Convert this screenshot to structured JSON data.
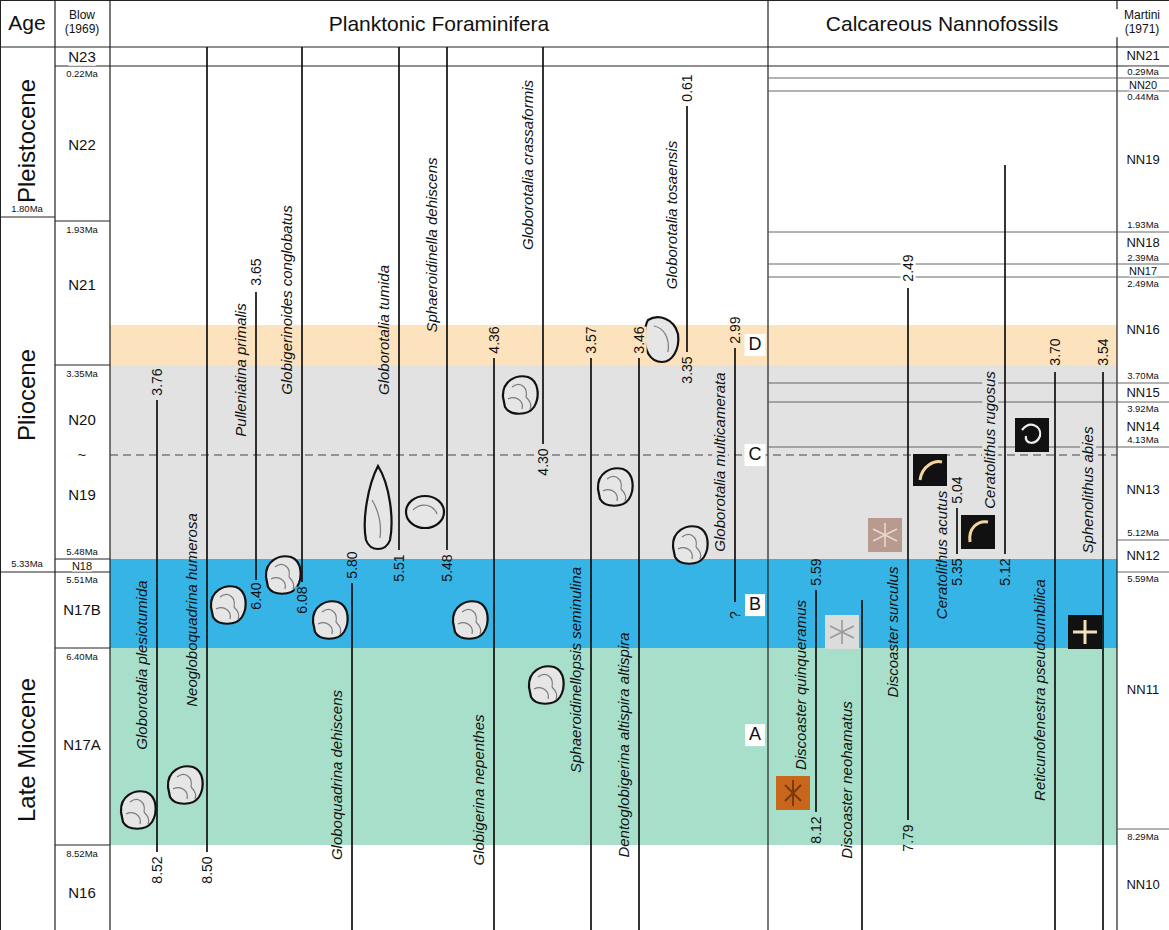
{
  "diagram": {
    "nodes": [
      {
        "text": [
          "D"
        ]
      },
      {
        "text": [
          "C"
        ]
      },
      {
        "text": [
          "B"
        ]
      },
      {
        "text": [
          "A"
        ]
      }
    ],
    "labels": [
      "Age",
      "Blow (1969)",
      "Planktonic Foraminifera",
      "Calcareous Nannofossils",
      "Martini (1971)",
      "Pleistocene",
      "1.80Ma",
      "Pliocene",
      "5.33Ma",
      "Late Miocene",
      "N23",
      "0.22Ma",
      "N22",
      "1.93Ma",
      "N21",
      "3.35Ma",
      "N20",
      "~",
      "N19",
      "5.48Ma",
      "N18",
      "5.51Ma",
      "N17B",
      "6.40Ma",
      "N17A",
      "8.52Ma",
      "N16",
      "Globorotalia plesiotumida",
      "3.76",
      "8.52",
      "Neogloboquadrina humerosa",
      "8.50",
      "Pulleniatina primalis",
      "3.65",
      "6.40",
      "Globigerinoides conglobatus",
      "6.08",
      "Globoquadrina dehiscens",
      "5.80",
      "Globorotalia tumida",
      "5.51",
      "Sphaeroidinella dehiscens",
      "5.48",
      "Globigerina nepenthes",
      "4.36",
      "Globorotalia crassaformis",
      "4.30",
      "Sphaeroidinellopsis seminulina",
      "3.57",
      "Dentoglobigerina altispira altispira",
      "3.46",
      "Globorotalia tosaensis",
      "0.61",
      "3.35",
      "Globorotalia multicamerata",
      "2.99",
      "?",
      "Discoaster quinqueramus",
      "5.59",
      "8.12",
      "Discoaster neohamatus",
      "Discoaster surculus",
      "2.49",
      "7.79",
      "Ceratolithus acutus",
      "5.04",
      "5.35",
      "Ceratolithus rugosus",
      "5.12",
      "Reticunofenestra pseudoumbilica",
      "3.70",
      "Sphenolithus abies",
      "3.54",
      "NN21",
      "0.29Ma",
      "NN20",
      "0.44Ma",
      "NN19",
      "1.93Ma",
      "NN18",
      "2.39Ma",
      "NN17",
      "2.49Ma",
      "NN16",
      "3.70Ma",
      "NN15",
      "3.92Ma",
      "NN14",
      "4.13Ma",
      "NN13",
      "5.12Ma",
      "NN12",
      "5.59Ma",
      "NN11",
      "8.29Ma",
      "NN10"
    ]
  }
}
